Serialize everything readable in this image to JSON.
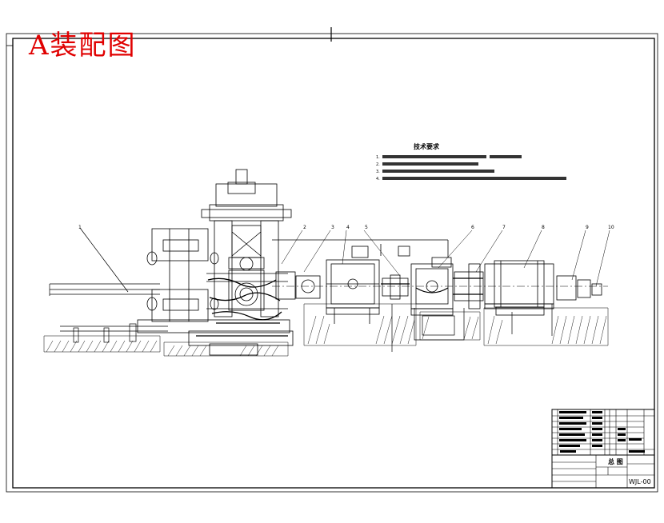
{
  "drawing_title": "A装配图",
  "technical_requirements": {
    "heading": "技术要求"
  },
  "callouts": [
    "1",
    "2",
    "3",
    "4",
    "5",
    "6",
    "7",
    "8",
    "9",
    "10"
  ],
  "title_block": {
    "name": "总 图",
    "drawing_no": "WJL-00"
  },
  "colors": {
    "title_red": "#e00000",
    "line": "#000000",
    "hatch": "#000000"
  }
}
